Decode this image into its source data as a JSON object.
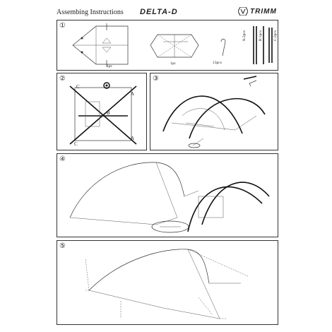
{
  "header": {
    "title": "Assembing Instructions",
    "model": "DELTA-D",
    "brand": "TRIMM"
  },
  "panels": [
    {
      "number": "①",
      "captions": {
        "tent": "1pc",
        "inner": "1pc",
        "pegs": "13pcs",
        "pole_a": "A:2pcs",
        "pole_b": "B:1pcs",
        "pole_c": "C:2pcs"
      }
    },
    {
      "number": "②",
      "labels": {
        "a": "A",
        "b": "B",
        "c": "C"
      }
    },
    {
      "number": "③"
    },
    {
      "number": "④"
    },
    {
      "number": "⑤"
    }
  ],
  "colors": {
    "ink": "#222222",
    "background": "#ffffff"
  }
}
